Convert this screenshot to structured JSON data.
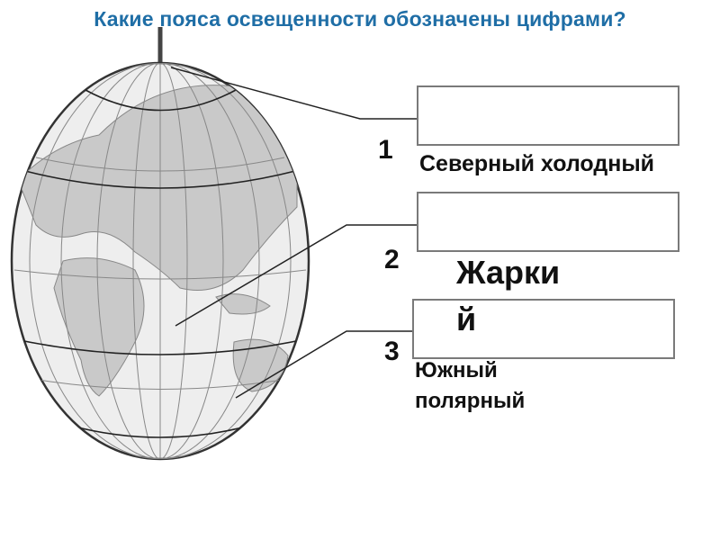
{
  "title": "Какие пояса освещенности обозначены цифрами?",
  "zones": [
    {
      "number": "1",
      "answer": "Северный холодный"
    },
    {
      "number": "2",
      "answer_line1": "Жарки",
      "answer_line2": "й"
    },
    {
      "number": "3",
      "answer_line1": "Южный",
      "answer_line2": "полярный"
    }
  ]
}
